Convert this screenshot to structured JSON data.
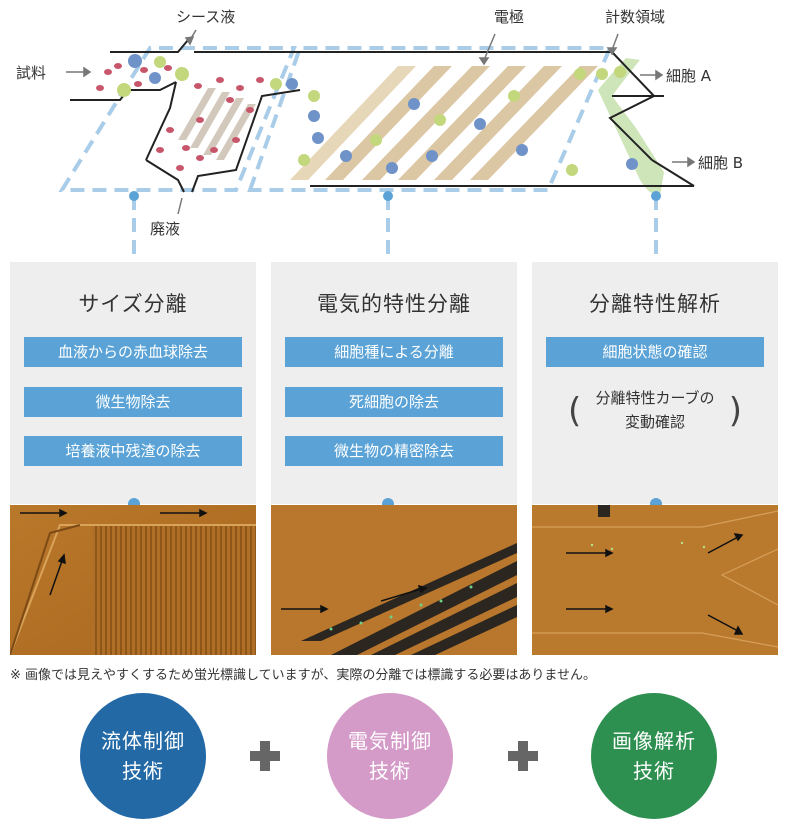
{
  "diagram": {
    "labels": {
      "sheath": "シース液",
      "electrode": "電極",
      "counting_area": "計数領域",
      "sample": "試料",
      "waste": "廃液",
      "cell_a": "細胞 A",
      "cell_b": "細胞 B"
    },
    "colors": {
      "dashed_blue": "#a9cde9",
      "channel_line": "#222222",
      "electrode_stripe": "#dcc7a4",
      "counting_band": "#c9e2b1",
      "cell_blue": "#6f93c9",
      "cell_green": "#c3d77d",
      "rbc": "#c8566a"
    }
  },
  "panels": [
    {
      "title": "サイズ分離",
      "tags": [
        "血液からの赤血球除去",
        "微生物除去",
        "培養液中残渣の除去"
      ]
    },
    {
      "title": "電気的特性分離",
      "tags": [
        "細胞種による分離",
        "死細胞の除去",
        "微生物の精密除去"
      ]
    },
    {
      "title": "分離特性解析",
      "tags": [
        "細胞状態の確認"
      ],
      "paren_lines": [
        "分離特性カーブの",
        "変動確認"
      ]
    }
  ],
  "note": "※ 画像では見えやすくするため蛍光標識していますが、実際の分離では標識する必要はありません。",
  "technologies": [
    {
      "line1": "流体制御",
      "line2": "技術",
      "color": "#2369a6"
    },
    {
      "line1": "電気制御",
      "line2": "技術",
      "color": "#d49ac8"
    },
    {
      "line1": "画像解析",
      "line2": "技術",
      "color": "#2e9050"
    }
  ]
}
